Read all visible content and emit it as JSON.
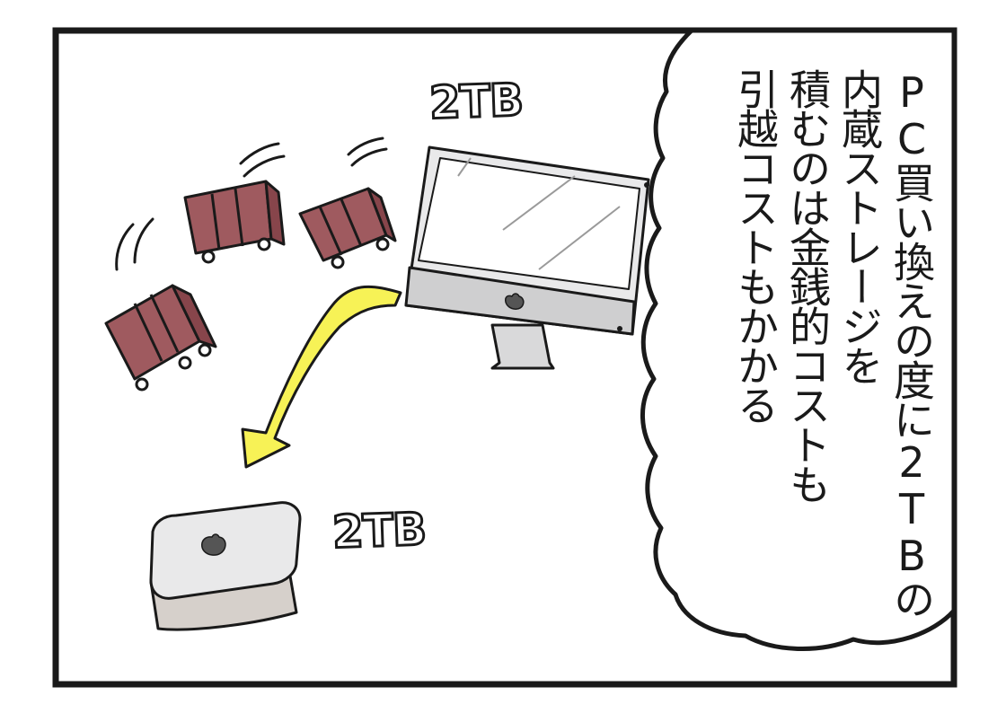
{
  "panel": {
    "monologue_lines": [
      "PC買い換えの度に2TBの",
      "内蔵ストレージを",
      "積むのは金銭的コストも",
      "引越コストもかかる"
    ],
    "imac_capacity_label": "2TB",
    "mac_mini_capacity_label": "2TB"
  },
  "colors": {
    "border": "#1a1a1a",
    "arrow_fill": "#f7f256",
    "luggage": "#9f5a5f",
    "device_body": "#e9e9ea",
    "device_base": "#d6d0cb"
  }
}
